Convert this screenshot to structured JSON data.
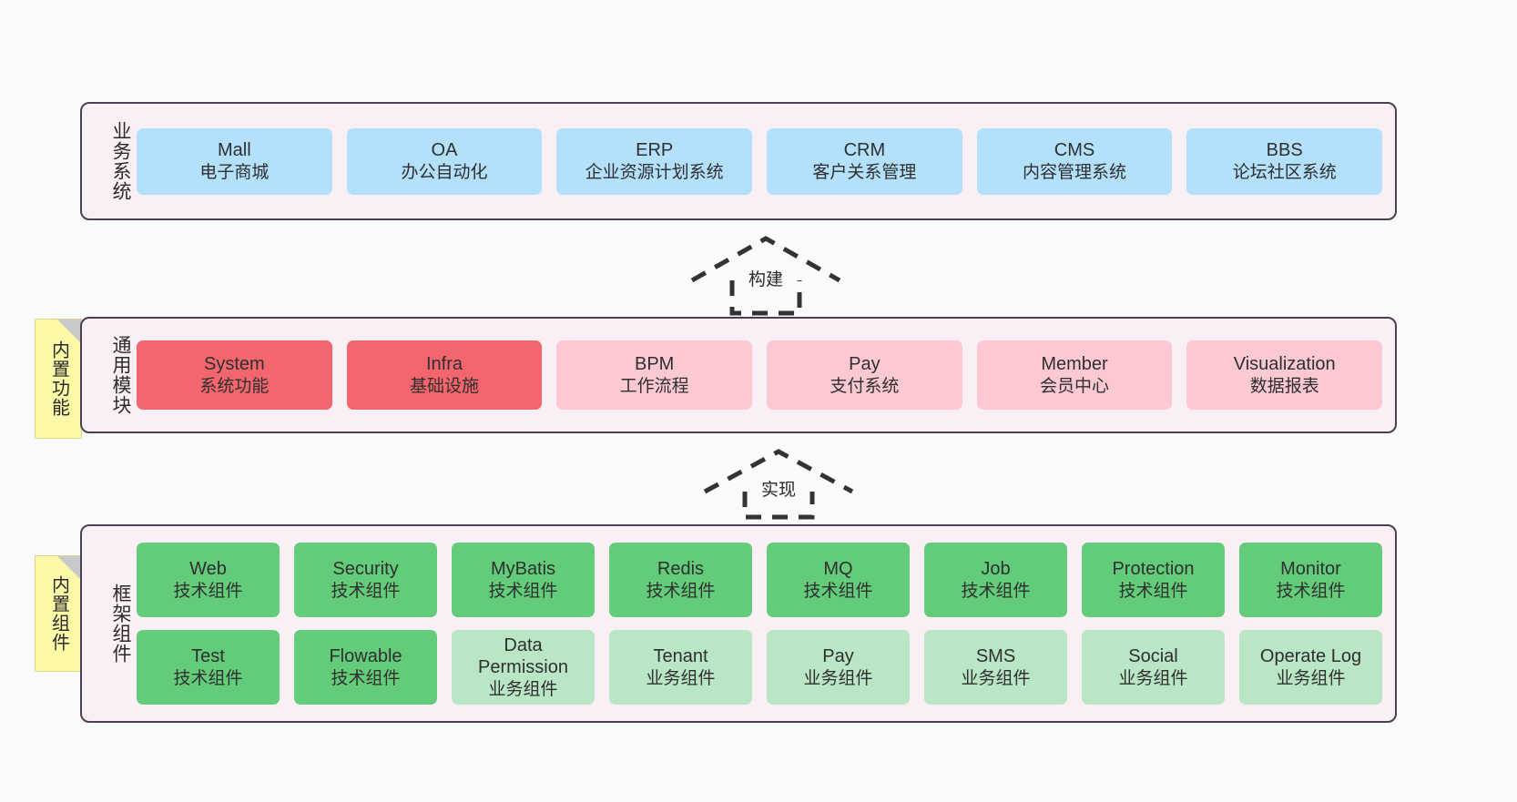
{
  "diagram": {
    "title": "",
    "colors": {
      "panel_background": "#fbeff6",
      "panel_border": "#4a4050",
      "business_cell": "#b3e0fb",
      "module_core_cell": "#f3666e",
      "module_optional_cell": "#fcc9d2",
      "tech_component_cell": "#63cc7a",
      "biz_component_cell": "#b9e6c4",
      "note_background": "#fbf8a6",
      "note_fold": "#c9c9c9",
      "canvas_background": "#fafafa"
    },
    "layers": [
      {
        "id": "business",
        "label": "业务系统",
        "rows": [
          [
            {
              "name": "Mall",
              "desc": "电子商城",
              "style": "c-blue"
            },
            {
              "name": "OA",
              "desc": "办公自动化",
              "style": "c-blue"
            },
            {
              "name": "ERP",
              "desc": "企业资源计划系统",
              "style": "c-blue"
            },
            {
              "name": "CRM",
              "desc": "客户关系管理",
              "style": "c-blue"
            },
            {
              "name": "CMS",
              "desc": "内容管理系统",
              "style": "c-blue"
            },
            {
              "name": "BBS",
              "desc": "论坛社区系统",
              "style": "c-blue"
            }
          ]
        ]
      },
      {
        "id": "modules",
        "label": "通用模块",
        "rows": [
          [
            {
              "name": "System",
              "desc": "系统功能",
              "style": "c-red"
            },
            {
              "name": "Infra",
              "desc": "基础设施",
              "style": "c-red"
            },
            {
              "name": "BPM",
              "desc": "工作流程",
              "style": "c-pink-light"
            },
            {
              "name": "Pay",
              "desc": "支付系统",
              "style": "c-pink-light"
            },
            {
              "name": "Member",
              "desc": "会员中心",
              "style": "c-pink-light"
            },
            {
              "name": "Visualization",
              "desc": "数据报表",
              "style": "c-pink-light"
            }
          ]
        ]
      },
      {
        "id": "framework",
        "label": "框架组件",
        "rows": [
          [
            {
              "name": "Web",
              "desc": "技术组件",
              "style": "c-green"
            },
            {
              "name": "Security",
              "desc": "技术组件",
              "style": "c-green"
            },
            {
              "name": "MyBatis",
              "desc": "技术组件",
              "style": "c-green"
            },
            {
              "name": "Redis",
              "desc": "技术组件",
              "style": "c-green"
            },
            {
              "name": "MQ",
              "desc": "技术组件",
              "style": "c-green"
            },
            {
              "name": "Job",
              "desc": "技术组件",
              "style": "c-green"
            },
            {
              "name": "Protection",
              "desc": "技术组件",
              "style": "c-green"
            },
            {
              "name": "Monitor",
              "desc": "技术组件",
              "style": "c-green"
            }
          ],
          [
            {
              "name": "Test",
              "desc": "技术组件",
              "style": "c-green"
            },
            {
              "name": "Flowable",
              "desc": "技术组件",
              "style": "c-green"
            },
            {
              "name": "Data Permission",
              "desc": "业务组件",
              "style": "c-green-light"
            },
            {
              "name": "Tenant",
              "desc": "业务组件",
              "style": "c-green-light"
            },
            {
              "name": "Pay",
              "desc": "业务组件",
              "style": "c-green-light"
            },
            {
              "name": "SMS",
              "desc": "业务组件",
              "style": "c-green-light"
            },
            {
              "name": "Social",
              "desc": "业务组件",
              "style": "c-green-light"
            },
            {
              "name": "Operate Log",
              "desc": "业务组件",
              "style": "c-green-light"
            }
          ]
        ]
      }
    ],
    "notes": [
      {
        "id": "builtin-function",
        "text": "内置功能"
      },
      {
        "id": "builtin-component",
        "text": "内置组件"
      }
    ],
    "connectors": [
      {
        "id": "build",
        "label": "构建",
        "from": "modules",
        "to": "business",
        "style": "dashed-hollow-arrow-up"
      },
      {
        "id": "impl",
        "label": "实现",
        "from": "framework",
        "to": "modules",
        "style": "dashed-hollow-arrow-up"
      }
    ]
  }
}
